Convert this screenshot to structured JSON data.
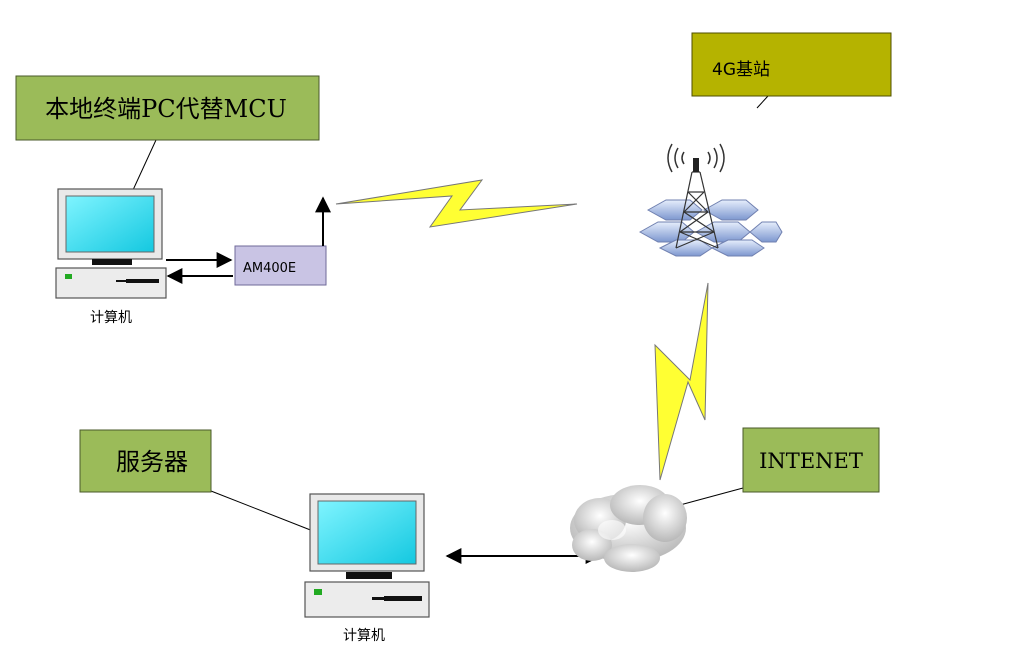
{
  "labels": {
    "local_terminal": "本地终端PC代替MCU",
    "base_station": "4G基站",
    "modem": "AM400E",
    "server": "服务器",
    "internet": "INTENET",
    "computer_top": "计算机",
    "computer_bottom": "计算机"
  },
  "colors": {
    "label_box_green": "#9bbb59",
    "label_box_olive": "#b5b300",
    "modem_box": "#c9c4e4",
    "lightning": "#ffff33",
    "monitor_screen": "#33e0f0"
  }
}
